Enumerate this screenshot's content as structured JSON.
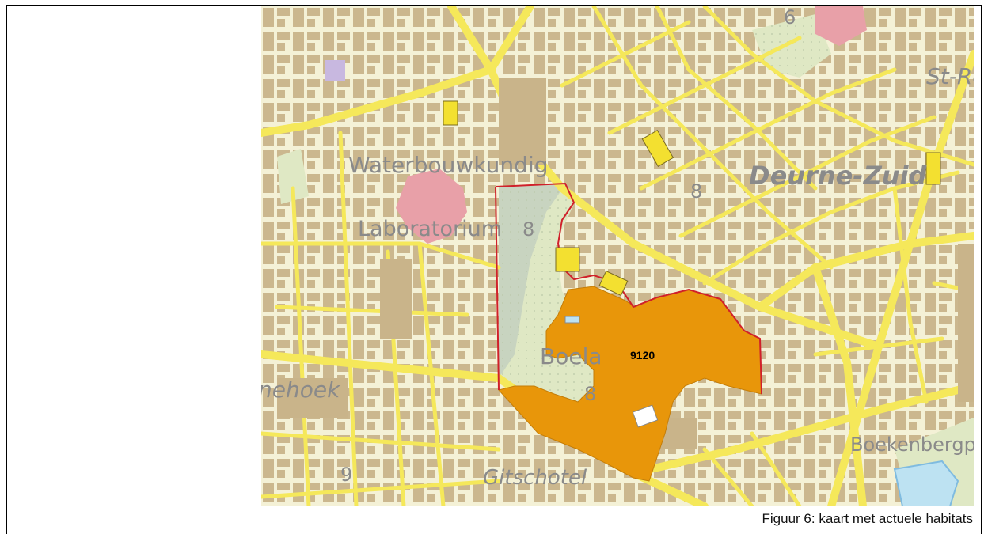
{
  "map": {
    "labels": {
      "waterbouwkundig": "Waterbouwkundig",
      "laboratorium": "Laboratorium",
      "deurne_zuid": "Deurne-Zuid",
      "st_ro": "St-Ro",
      "boela": "Boela",
      "nehoek": "nehoek",
      "gitschotel": "Gitschotel",
      "boekenbergp": "Boekenbergpa",
      "num_8a": "8",
      "num_8b": "8",
      "num_8c": "8",
      "num_6": "6",
      "num_9": "9"
    },
    "habitat": {
      "code": "9120",
      "color": "#e8960a"
    },
    "colors": {
      "background": "#f4f1d6",
      "building": "#c9b48a",
      "road": "#f5e85a",
      "park": "#dfe8c4",
      "forest": "#c8d4c0",
      "boundary": "#d0202a",
      "water": "#bde2f2"
    }
  },
  "caption": "Figuur 6: kaart met actuele habitats"
}
